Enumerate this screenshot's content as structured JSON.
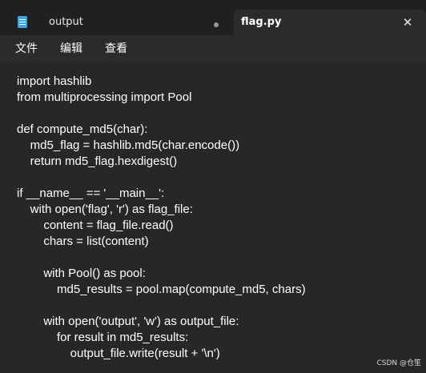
{
  "tabs": [
    {
      "label": "output",
      "active": false,
      "status_icon": "unsaved-dot-icon"
    },
    {
      "label": "flag.py",
      "active": true,
      "close_icon": "close-icon"
    }
  ],
  "app_icon": "notepad-icon",
  "menu": [
    {
      "label": "文件"
    },
    {
      "label": "编辑"
    },
    {
      "label": "查看"
    }
  ],
  "editor": {
    "lines": [
      "import hashlib",
      "from multiprocessing import Pool",
      "",
      "def compute_md5(char):",
      "    md5_flag = hashlib.md5(char.encode())",
      "    return md5_flag.hexdigest()",
      "",
      "if __name__ == '__main__':",
      "    with open('flag', 'r') as flag_file:",
      "        content = flag_file.read()",
      "        chars = list(content)",
      "",
      "        with Pool() as pool:",
      "            md5_results = pool.map(compute_md5, chars)",
      "",
      "        with open('output', 'w') as output_file:",
      "            for result in md5_results:",
      "                output_file.write(result + '\\n')"
    ]
  },
  "watermark": "CSDN @仓笙",
  "colors": {
    "titlebar": "#202020",
    "active_tab": "#2b2b2b",
    "editor_background": "#272727",
    "text": "#ffffff",
    "app_icon": "#3aa5e0"
  }
}
